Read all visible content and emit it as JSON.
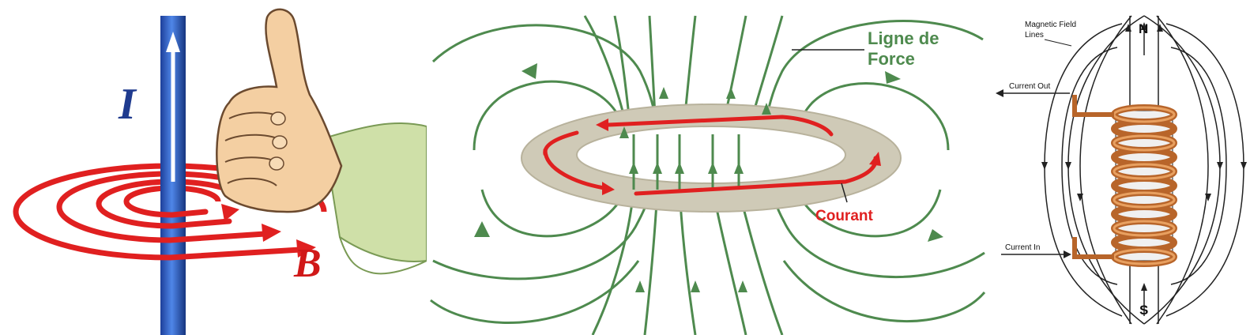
{
  "panel_left": {
    "current_label": "I",
    "field_label": "B",
    "colors": {
      "wire": "#2f5fc4",
      "field": "#e02020",
      "label_I": "#1f3b8f",
      "label_B": "#d01818",
      "skin": "#f4cfa2",
      "sleeve": "#cfe0a8"
    }
  },
  "panel_middle": {
    "field_line_label_line1": "Ligne de",
    "field_line_label_line2": "Force",
    "current_label": "Courant",
    "colors": {
      "field_lines": "#4e8a4e",
      "ring": "#cfcab7",
      "current": "#e02020",
      "label_green": "#4e8a4e",
      "label_red": "#e02020"
    }
  },
  "panel_right": {
    "field_lines_label_line1": "Magnetic Field",
    "field_lines_label_line2": "Lines",
    "current_out_label": "Current Out",
    "current_in_label": "Current In",
    "north_label": "N",
    "south_label": "S",
    "colors": {
      "coil": "#b8652a",
      "coil_highlight": "#e8a060",
      "lines": "#222222"
    }
  }
}
